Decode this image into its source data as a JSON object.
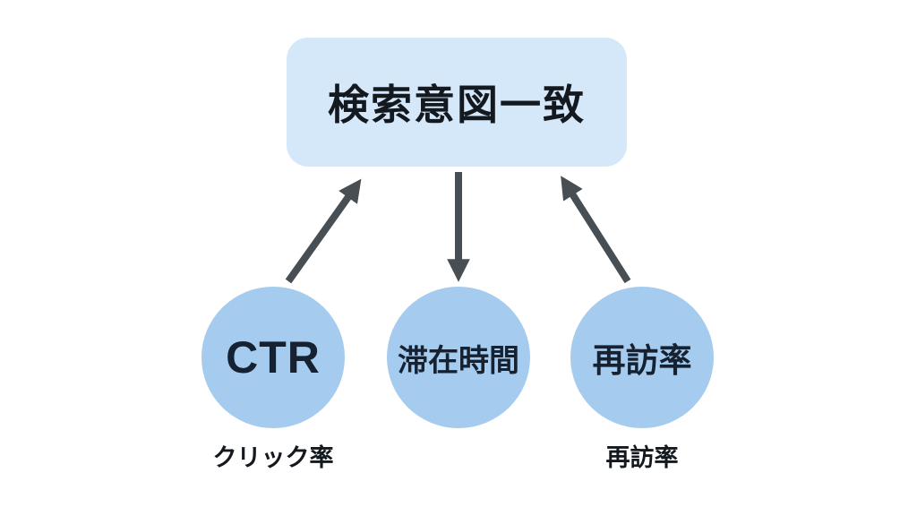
{
  "diagram": {
    "root": {
      "id": "intent-match",
      "label": "検索意図一致"
    },
    "nodes": [
      {
        "id": "ctr",
        "label": "CTR",
        "sublabel": "クリック率"
      },
      {
        "id": "dwell",
        "label": "滞在時間",
        "sublabel": ""
      },
      {
        "id": "revisit",
        "label": "再訪率",
        "sublabel": "再訪率"
      }
    ],
    "edges": [
      {
        "from": "ctr",
        "to": "intent-match",
        "direction": "up"
      },
      {
        "from": "intent-match",
        "to": "dwell",
        "direction": "down"
      },
      {
        "from": "revisit",
        "to": "intent-match",
        "direction": "up"
      }
    ]
  },
  "colors": {
    "canvas_bg": "#ffffff",
    "box_fill": "#d5e8fa",
    "circle_fill": "#a5cbee",
    "arrow": "#474e54",
    "text_dark": "#14181f",
    "node_text": "#162231"
  }
}
